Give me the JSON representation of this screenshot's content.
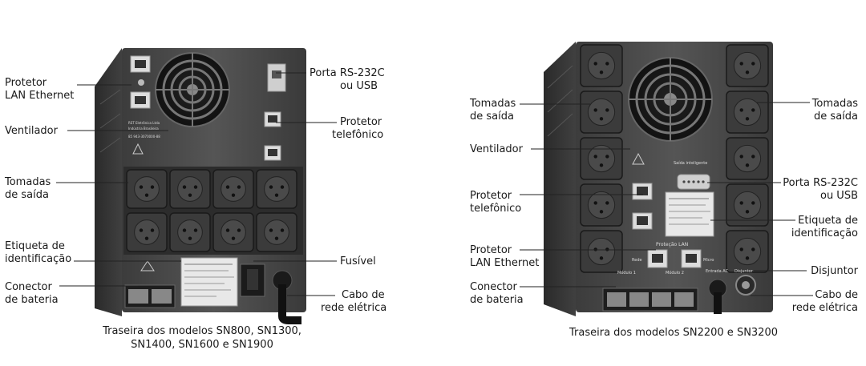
{
  "left_unit": {
    "labels": {
      "lan": [
        "Protetor",
        "LAN Ethernet"
      ],
      "fan": [
        "Ventilador"
      ],
      "outlets": [
        "Tomadas",
        "de saída"
      ],
      "id_label": [
        "Etiqueta de",
        "identificação"
      ],
      "battery": [
        "Conector",
        "de bateria"
      ],
      "port": [
        "Porta RS-232C",
        "ou USB"
      ],
      "phone": [
        "Protetor",
        "telefônico"
      ],
      "fuse": [
        "Fusível"
      ],
      "power_cable": [
        "Cabo de",
        "rede elétrica"
      ]
    },
    "caption": [
      "Traseira dos modelos SN800, SN1300,",
      "SN1400, SN1600 e SN1900"
    ]
  },
  "right_unit": {
    "labels": {
      "outlets_left": [
        "Tomadas",
        "de saída"
      ],
      "fan": [
        "Ventilador"
      ],
      "phone": [
        "Protetor",
        "telefônico"
      ],
      "lan": [
        "Protetor",
        "LAN Ethernet"
      ],
      "battery": [
        "Conector",
        "de bateria"
      ],
      "outlets_right": [
        "Tomadas",
        "de saída"
      ],
      "port": [
        "Porta RS-232C",
        "ou USB"
      ],
      "id_label": [
        "Etiqueta de",
        "identificação"
      ],
      "breaker": [
        "Disjuntor"
      ],
      "power_cable": [
        "Cabo de",
        "rede elétrica"
      ]
    },
    "panel_text": {
      "serial": "Saída inteligente",
      "lan_title": "Proteção LAN",
      "rede": "Rede",
      "micro": "Micro",
      "entrada": "Entrada AC",
      "disjuntor": "Disjuntor",
      "modulo1": "Módulo 1",
      "modulo2": "Módulo 2"
    },
    "caption": [
      "Traseira dos modelos SN2200 e SN3200"
    ]
  }
}
